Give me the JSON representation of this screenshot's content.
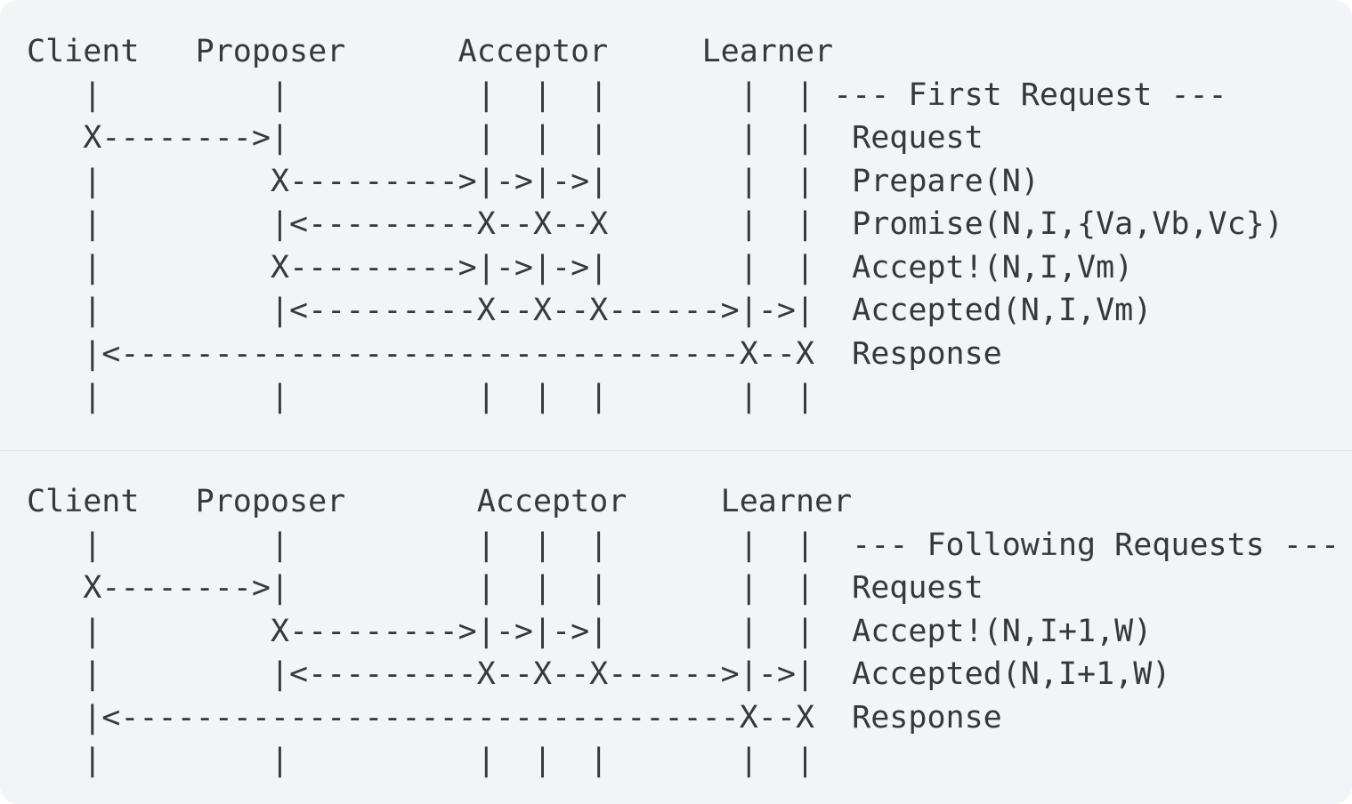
{
  "colors": {
    "page_background": "#ffffff",
    "panel_background": "#f2f4f7",
    "text": "#35393e",
    "divider": "#e2e5e9"
  },
  "first_request": {
    "section_title": "--- First Request ---",
    "actors": [
      "Client",
      "Proposer",
      "Acceptor",
      "Learner"
    ],
    "messages": [
      "Request",
      "Prepare(N)",
      "Promise(N,I,{Va,Vb,Vc})",
      "Accept!(N,I,Vm)",
      "Accepted(N,I,Vm)",
      "Response"
    ],
    "lines": [
      "Client   Proposer      Acceptor     Learner",
      "   |         |          |  |  |       |  | --- First Request ---",
      "   X-------->|          |  |  |       |  |  Request",
      "   |         X--------->|->|->|       |  |  Prepare(N)",
      "   |         |<---------X--X--X       |  |  Promise(N,I,{Va,Vb,Vc})",
      "   |         X--------->|->|->|       |  |  Accept!(N,I,Vm)",
      "   |         |<---------X--X--X------>|->|  Accepted(N,I,Vm)",
      "   |<---------------------------------X--X  Response",
      "   |         |          |  |  |       |  |"
    ]
  },
  "following_requests": {
    "section_title": "--- Following Requests ---",
    "actors": [
      "Client",
      "Proposer",
      "Acceptor",
      "Learner"
    ],
    "messages": [
      "Request",
      "Accept!(N,I+1,W)",
      "Accepted(N,I+1,W)",
      "Response"
    ],
    "lines": [
      "Client   Proposer       Acceptor     Learner",
      "   |         |          |  |  |       |  |  --- Following Requests ---",
      "   X-------->|          |  |  |       |  |  Request",
      "   |         X--------->|->|->|       |  |  Accept!(N,I+1,W)",
      "   |         |<---------X--X--X------>|->|  Accepted(N,I+1,W)",
      "   |<---------------------------------X--X  Response",
      "   |         |          |  |  |       |  |"
    ]
  }
}
